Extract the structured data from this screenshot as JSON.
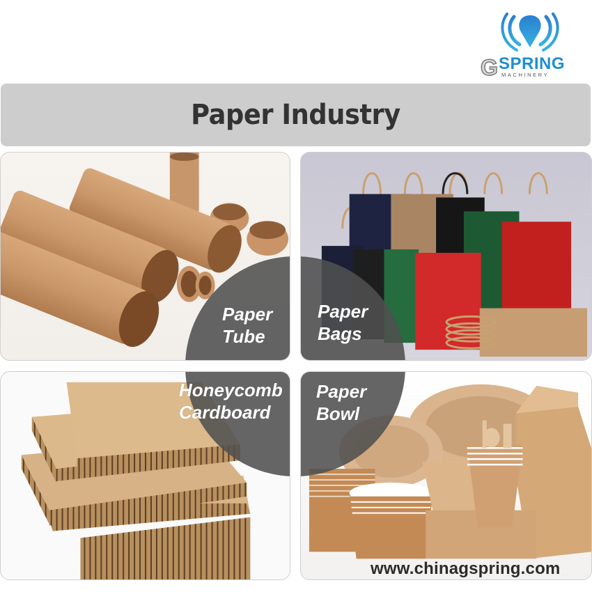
{
  "brand": {
    "logo_icon": "spring-water-drop-logo-icon",
    "logo_letter": "G",
    "name": "SPRING",
    "subname": "MACHINERY",
    "colors": {
      "primary": "#1f8fd0",
      "secondary": "#7a7a7a"
    }
  },
  "header": {
    "title": "Paper Industry",
    "background": "#cdcdcd"
  },
  "panels": [
    {
      "id": "paper-tube",
      "label_line1": "Paper",
      "label_line2": "Tube",
      "image": "kraft-paper-tubes"
    },
    {
      "id": "paper-bags",
      "label_line1": "Paper",
      "label_line2": "Bags",
      "image": "colored-kraft-paper-bags"
    },
    {
      "id": "honeycomb-cardboard",
      "label_line1": "Honeycomb",
      "label_line2": "Cardboard",
      "image": "honeycomb-cardboard-sheets"
    },
    {
      "id": "paper-bowl",
      "label_line1": "Paper",
      "label_line2": "Bowl",
      "image": "kraft-paper-bowls-cups-plates"
    }
  ],
  "overlay": {
    "color": "#505050"
  },
  "footer": {
    "website": "www.chinagspring.com"
  }
}
